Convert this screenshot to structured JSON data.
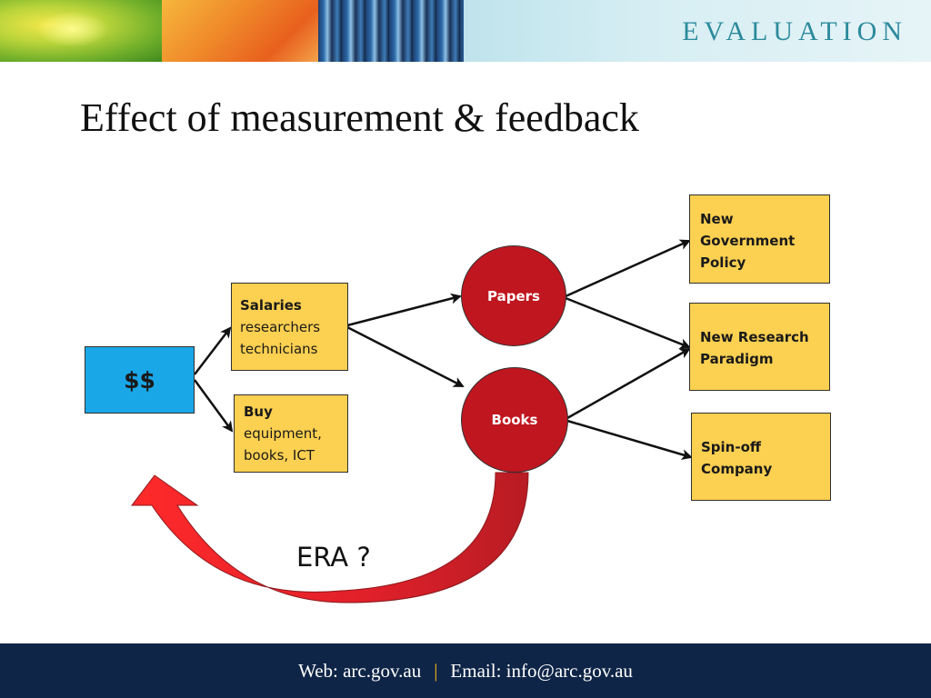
{
  "header": {
    "section_label": "EVALUATION"
  },
  "slide": {
    "title": "Effect of measurement & feedback"
  },
  "diagram": {
    "source": {
      "label": "$$",
      "color": "#1aa7e8"
    },
    "inputs": [
      {
        "lines": [
          "Salaries",
          "researchers",
          "technicians"
        ]
      },
      {
        "lines": [
          "Buy",
          "equipment,",
          "books, ICT"
        ]
      }
    ],
    "outputs": [
      {
        "label": "Papers"
      },
      {
        "label": "Books"
      }
    ],
    "outcomes": [
      {
        "lines": [
          "New",
          "Government",
          "Policy"
        ]
      },
      {
        "lines": [
          "New Research",
          "Paradigm"
        ]
      },
      {
        "lines": [
          "Spin-off",
          "Company"
        ]
      }
    ],
    "feedback_label": "ERA ?",
    "colors": {
      "box_fill": "#fcd050",
      "circle_fill": "#c0161f",
      "feedback_arrow": "#e8262a"
    }
  },
  "footer": {
    "web": "Web: arc.gov.au",
    "separator": "|",
    "email": "Email: info@arc.gov.au"
  }
}
